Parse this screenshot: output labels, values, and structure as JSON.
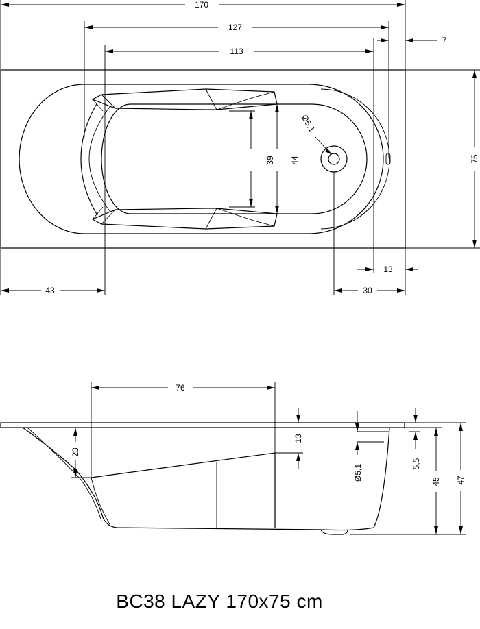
{
  "title": "BC38 LAZY 170x75 cm",
  "top_view": {
    "dims": {
      "overall_length": "170",
      "inner_length": "127",
      "basin_length": "113",
      "rim_offset": "7",
      "width": "75",
      "armrest_inner": "39",
      "armrest_outer": "44",
      "drain_diameter": "Ø5,1",
      "left_offset": "43",
      "drain_offset": "30",
      "right_offset": "13"
    }
  },
  "side_view": {
    "dims": {
      "armrest_length": "76",
      "back_height": "23",
      "armrest_height": "13",
      "overflow_diameter": "Ø5,1",
      "overflow_height": "5,5",
      "depth": "45",
      "total_height": "47"
    }
  }
}
